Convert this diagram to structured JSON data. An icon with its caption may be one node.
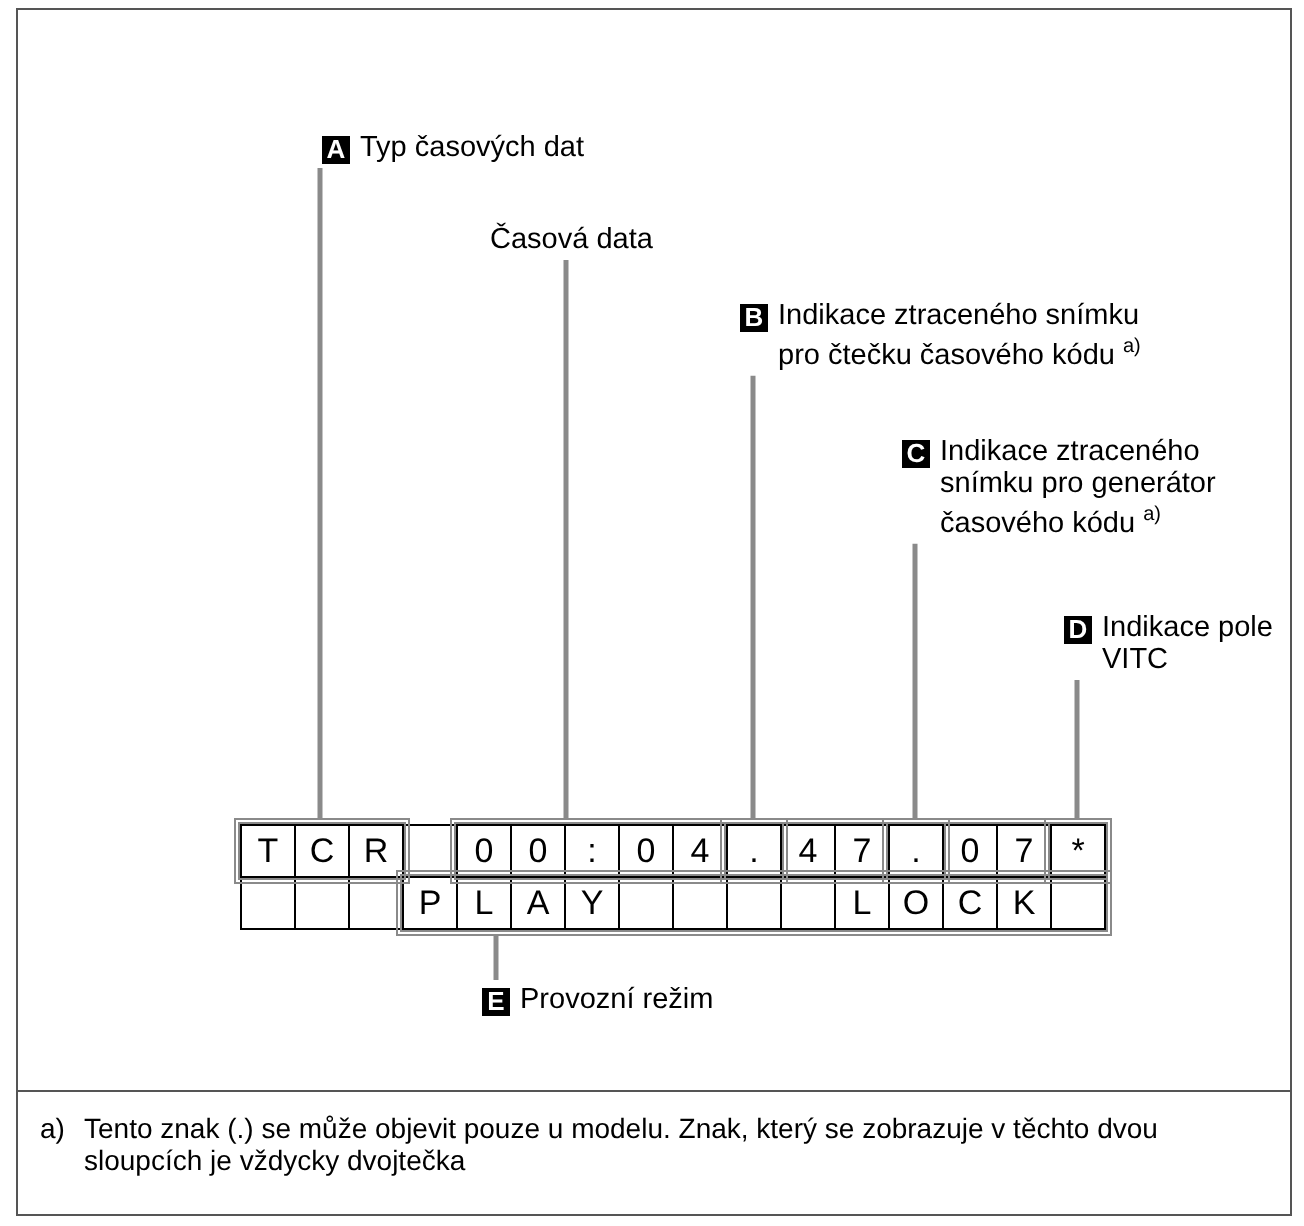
{
  "diagram": {
    "nodes": [
      {
        "text": [
          "A",
          "Typ časových dat"
        ]
      },
      {
        "text": [
          "Časová data"
        ]
      },
      {
        "text": [
          "B",
          "Indikace ztraceného snímku pro čtečku časového kódu $^{a)}$"
        ]
      },
      {
        "text": [
          "C",
          "Indikace ztraceného snímku pro generátor časového kódu $^{a)}$"
        ]
      },
      {
        "text": [
          "D",
          "Indikace pole VITC"
        ]
      },
      {
        "text": [],
        "shape": "box"
      },
      {
        "text": [],
        "shape": "box"
      },
      {
        "text": [],
        "shape": "box",
        "in": 6
      },
      {
        "text": [],
        "shape": "box",
        "in": 6
      },
      {
        "text": [],
        "shape": "box",
        "in": 6
      },
      {
        "text": [],
        "shape": "box"
      },
      {
        "text": [
          "E",
          "Provozní režim"
        ]
      }
    ],
    "edges": [
      {
        "from": 0,
        "to": 5,
        "arrow": "none"
      },
      {
        "from": 1,
        "to": 6,
        "arrow": "none"
      },
      {
        "from": 2,
        "to": 7,
        "arrow": "none"
      },
      {
        "from": 3,
        "to": 8,
        "arrow": "none"
      },
      {
        "from": 4,
        "to": 9,
        "arrow": "none"
      },
      {
        "from": 11,
        "to": 10,
        "arrow": "none"
      }
    ],
    "labels": [
      "T",
      "C",
      "R",
      "0",
      "0",
      ":",
      "0",
      "4",
      ".",
      "4",
      "7",
      ".",
      "0",
      "7",
      "*",
      "P",
      "L",
      "A",
      "Y",
      "L",
      "O",
      "C",
      "K",
      "a)",
      "Tento znak (.) se může objevit pouze u modelu. Znak, který se zobrazuje v těchto dvou sloupcích je vždycky dvojtečka"
    ]
  }
}
